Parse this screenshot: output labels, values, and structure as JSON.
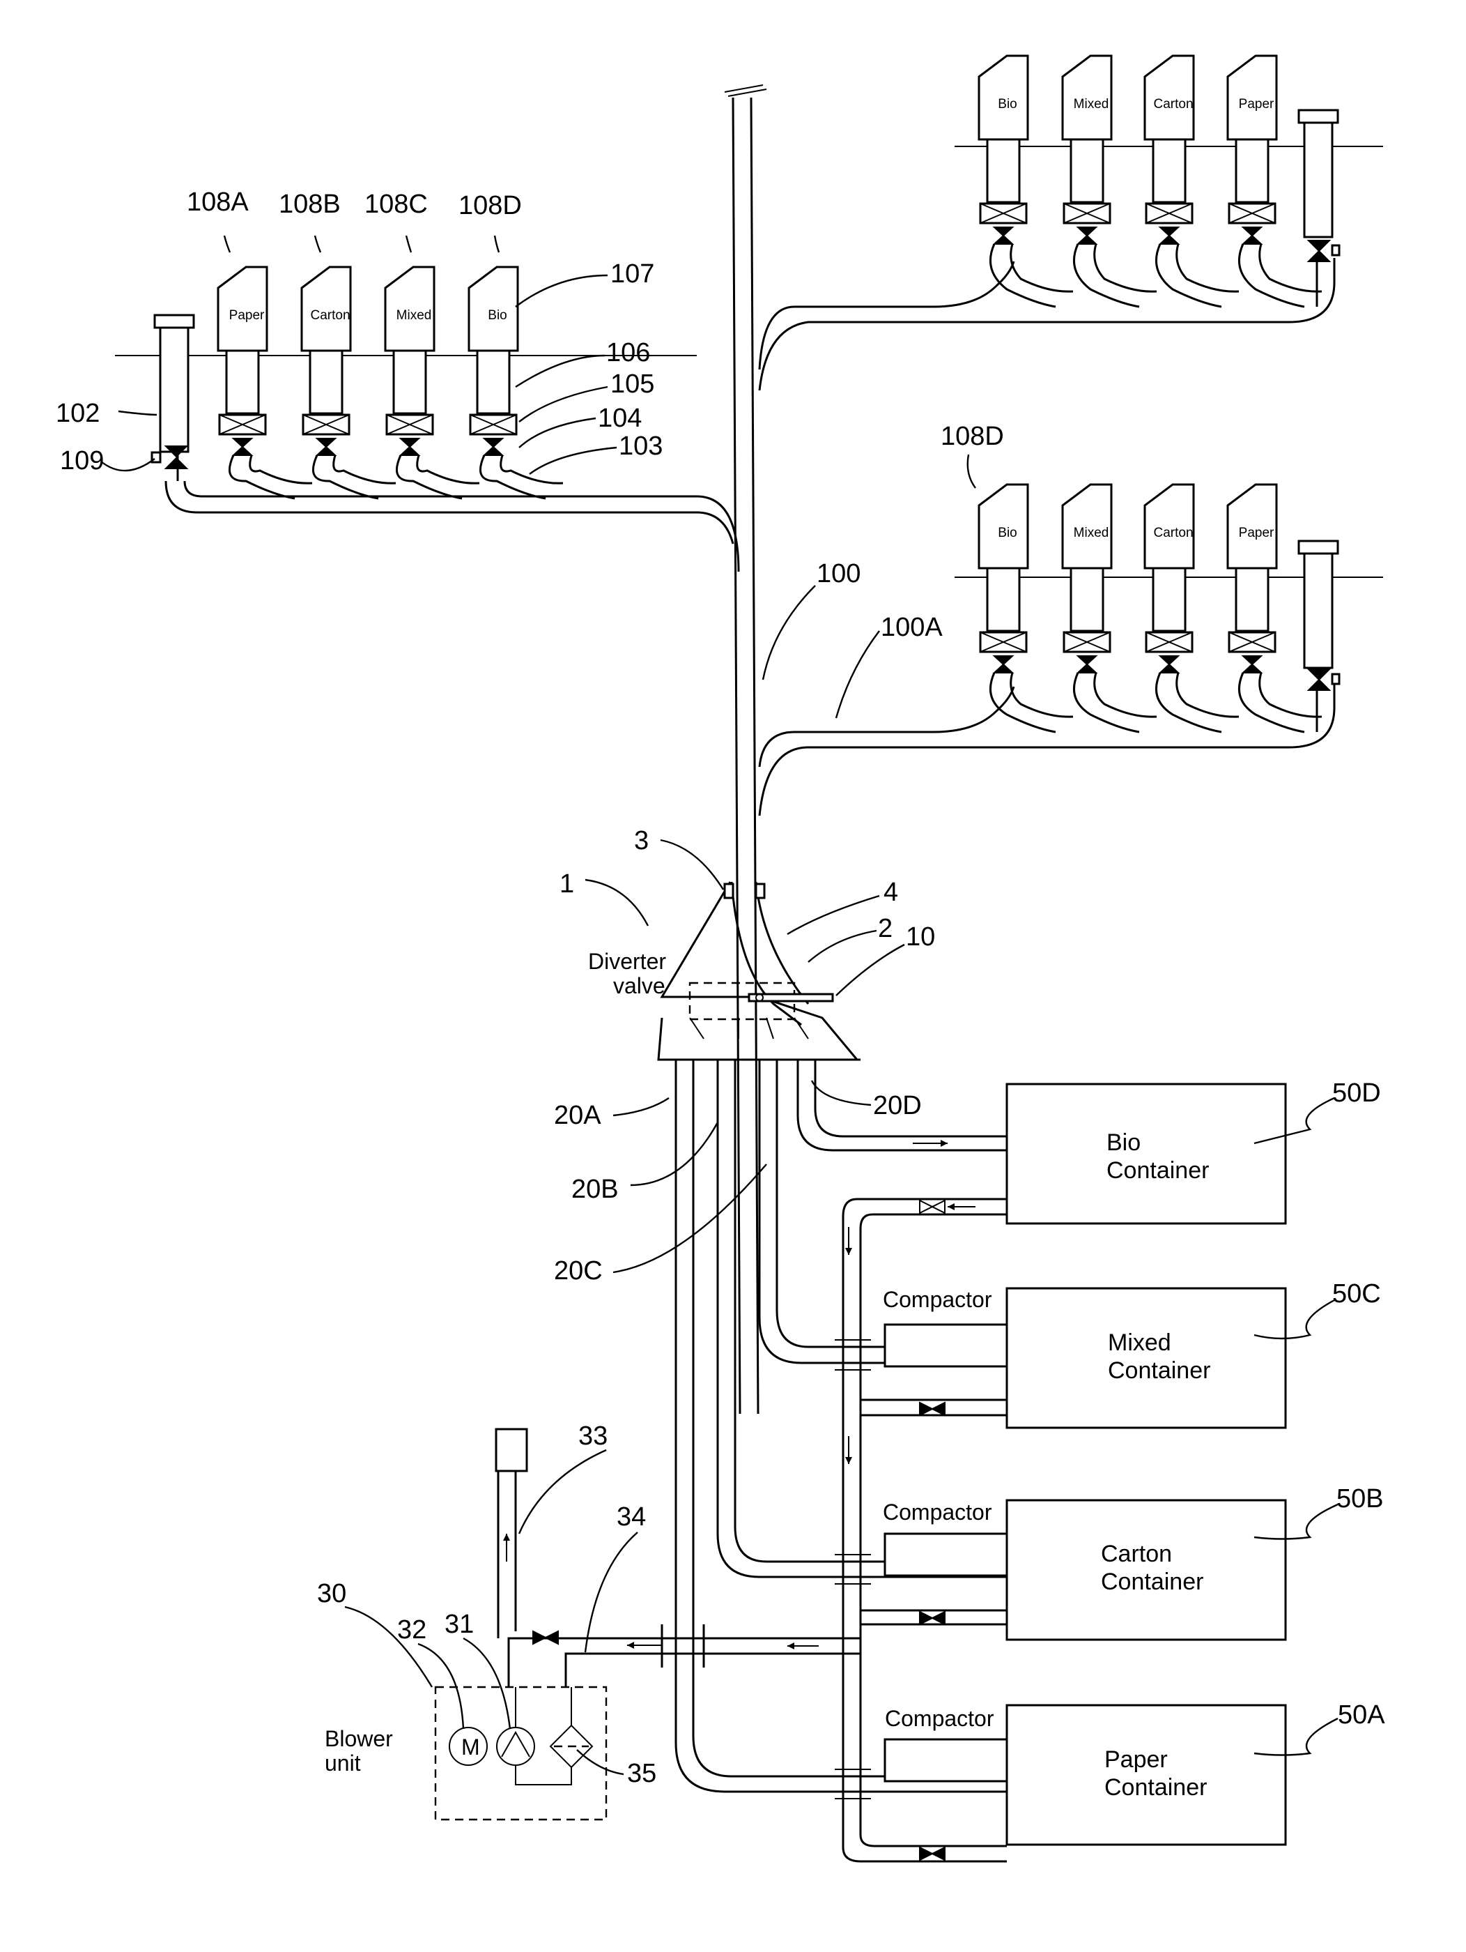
{
  "refs": {
    "r108A": "108A",
    "r108B": "108B",
    "r108C": "108C",
    "r108D": "108D",
    "r107": "107",
    "r106": "106",
    "r105": "105",
    "r104": "104",
    "r103": "103",
    "r102": "102",
    "r109": "109",
    "r100": "100",
    "r100A": "100A",
    "r108D_right": "108D",
    "r1": "1",
    "r3": "3",
    "r4": "4",
    "r2": "2",
    "r10": "10",
    "r20A": "20A",
    "r20B": "20B",
    "r20C": "20C",
    "r20D": "20D",
    "r50D": "50D",
    "r50C": "50C",
    "r50B": "50B",
    "r50A": "50A",
    "r30": "30",
    "r31": "31",
    "r32": "32",
    "r33": "33",
    "r34": "34",
    "r35": "35"
  },
  "labels": {
    "diverter_line1": "Diverter",
    "diverter_line2": "valve",
    "blower_line1": "Blower",
    "blower_line2": "unit",
    "compactor": "Compactor",
    "motor": "M"
  },
  "bins": {
    "left_group": [
      "Paper",
      "Carton",
      "Mixed",
      "Bio"
    ],
    "right_upper": [
      "Bio",
      "Mixed",
      "Carton",
      "Paper"
    ],
    "right_middle": [
      "Bio",
      "Mixed",
      "Carton",
      "Paper"
    ]
  },
  "containers": {
    "bio": [
      "Bio",
      "Container"
    ],
    "mixed": [
      "Mixed",
      "Container"
    ],
    "carton": [
      "Carton",
      "Container"
    ],
    "paper": [
      "Paper",
      "Container"
    ]
  }
}
